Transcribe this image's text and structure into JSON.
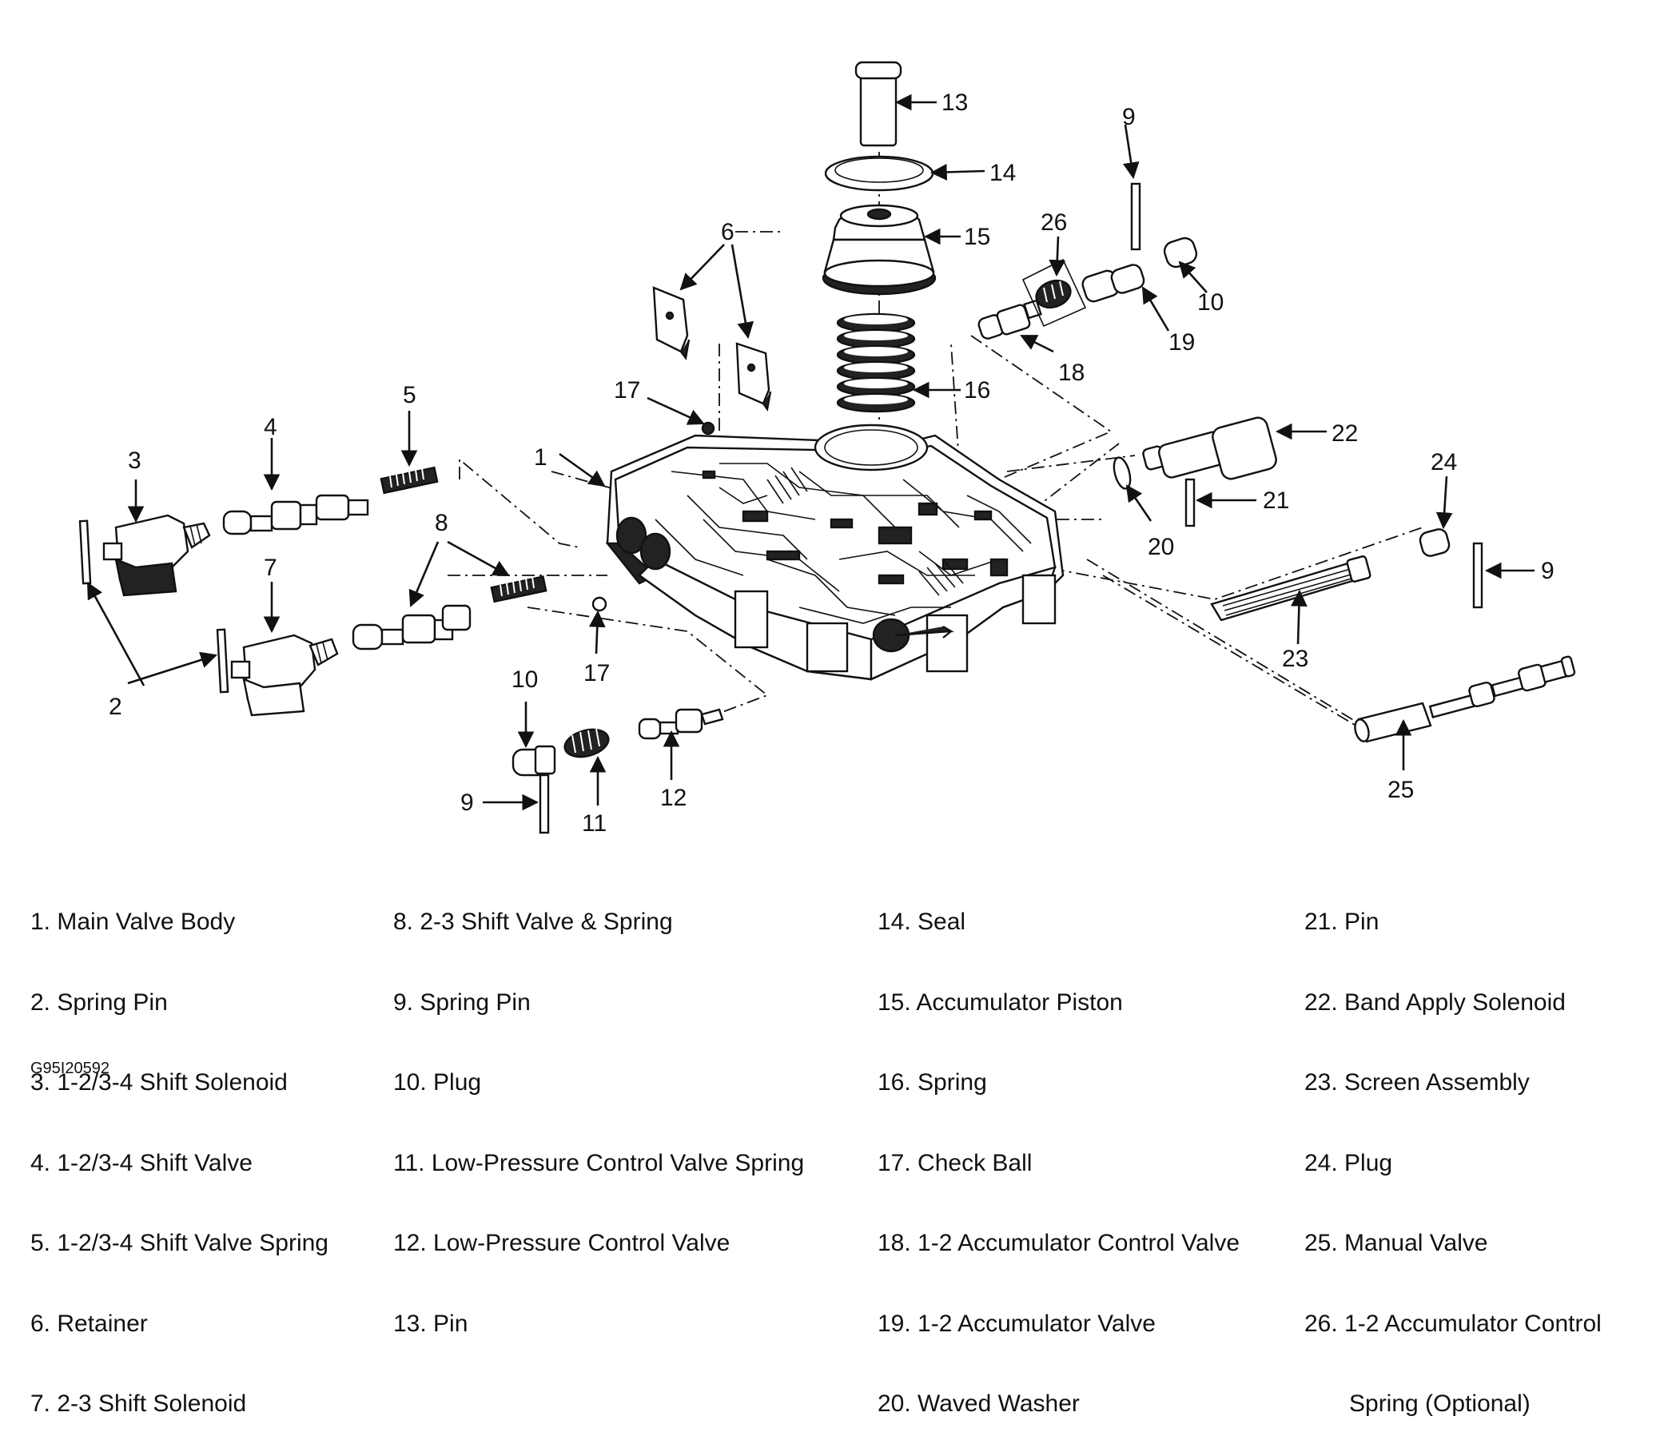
{
  "callouts": {
    "c1": "1",
    "c2": "2",
    "c3": "3",
    "c4": "4",
    "c5": "5",
    "c6": "6",
    "c7": "7",
    "c8": "8",
    "c9a": "9",
    "c9b": "9",
    "c9c": "9",
    "c10a": "10",
    "c10b": "10",
    "c11": "11",
    "c12": "12",
    "c13": "13",
    "c14": "14",
    "c15": "15",
    "c16": "16",
    "c17a": "17",
    "c17b": "17",
    "c18": "18",
    "c19": "19",
    "c20": "20",
    "c21": "21",
    "c22": "22",
    "c23": "23",
    "c24": "24",
    "c25": "25",
    "c26": "26"
  },
  "legend": {
    "col1": [
      "1. Main Valve Body",
      "2. Spring Pin",
      "3. 1-2/3-4 Shift Solenoid",
      "4. 1-2/3-4 Shift Valve",
      "5. 1-2/3-4 Shift Valve Spring",
      "6. Retainer",
      "7. 2-3 Shift Solenoid"
    ],
    "col2": [
      "8. 2-3 Shift Valve & Spring",
      "9. Spring Pin",
      "10. Plug",
      "11. Low-Pressure Control Valve Spring",
      "12. Low-Pressure Control Valve",
      "13. Pin"
    ],
    "col3": [
      "14. Seal",
      "15. Accumulator Piston",
      "16. Spring",
      "17. Check Ball",
      "18. 1-2 Accumulator Control Valve",
      "19. 1-2 Accumulator Valve",
      "20. Waved Washer"
    ],
    "col4": [
      "21. Pin",
      "22. Band Apply Solenoid",
      "23. Screen Assembly",
      "24. Plug",
      "25. Manual Valve",
      "26. 1-2 Accumulator Control",
      "Spring (Optional)"
    ]
  },
  "figure_code": "G95I20592",
  "colors": {
    "ink": "#111111",
    "background": "#ffffff"
  }
}
